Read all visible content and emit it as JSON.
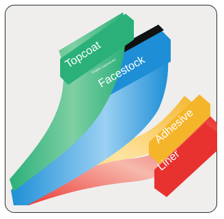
{
  "diagram": {
    "layers": [
      {
        "id": "topcoat",
        "label": "Topcoat",
        "color": "#2bb07a",
        "light": "#a9dcc0"
      },
      {
        "id": "facestock",
        "label": "Facestock",
        "color": "#1e8fd6",
        "light": "#a3cfee"
      },
      {
        "id": "adhesive",
        "label": "Adhesive",
        "color": "#f5b52a",
        "light": "#fbe2a4"
      },
      {
        "id": "liner",
        "label": "Liner",
        "color": "#e8322f",
        "light": "#f6b3aa"
      }
    ],
    "facestock_strip_text": "Graphic Layered Art",
    "colors": {
      "background": "#efeeed",
      "border": "#2a2a2a",
      "strip": "#111111"
    }
  }
}
